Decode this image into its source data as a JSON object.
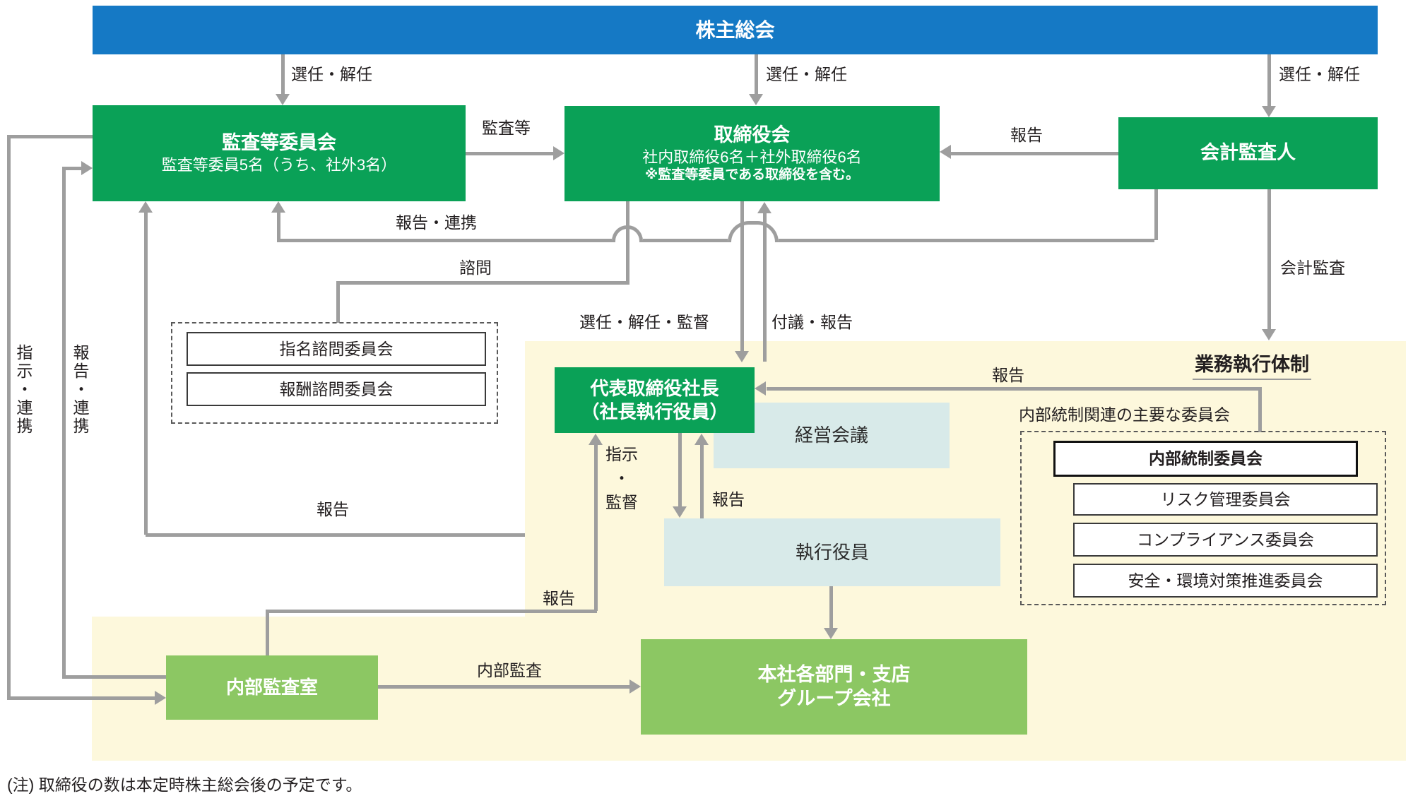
{
  "colors": {
    "shareholders_blue": "#1579c5",
    "governance_green": "#0aa157",
    "execution_light_green": "#8cc763",
    "execution_area_yellow": "#fdf8dc",
    "meeting_pale_blue": "#d8eae9",
    "connector_gray": "#9e9e9e",
    "text_black": "#231f20"
  },
  "nodes": {
    "shareholders": "株主総会",
    "audit_committee_title": "監査等委員会",
    "audit_committee_sub": "監査等委員5名（うち、社外3名）",
    "board_title": "取締役会",
    "board_sub": "社内取締役6名＋社外取締役6名",
    "board_note": "※監査等委員である取締役を含む。",
    "accounting_auditor": "会計監査人",
    "nomination_committee": "指名諮問委員会",
    "remuneration_committee": "報酬諮問委員会",
    "president_line1": "代表取締役社長",
    "president_line2": "（社長執行役員）",
    "management_meeting": "経営会議",
    "executive_officers": "執行役員",
    "internal_audit_office": "内部監査室",
    "hq_line1": "本社各部門・支店",
    "hq_line2": "グループ会社",
    "execution_structure_heading": "業務執行体制",
    "internal_control_heading": "内部統制関連の主要な委員会",
    "internal_control_committee": "内部統制委員会",
    "risk_management_committee": "リスク管理委員会",
    "compliance_committee": "コンプライアンス委員会",
    "safety_environment_committee": "安全・環境対策推進委員会"
  },
  "labels": {
    "appoint_dismiss": "選任・解任",
    "audit_etc": "監査等",
    "report": "報告",
    "report_coop": "報告・連携",
    "consult": "諮問",
    "appoint_dismiss_supervise": "選任・解任・監督",
    "submit_report": "付議・報告",
    "accounting_audit": "会計監査",
    "instruct_line1": "指示",
    "instruct_line2": "・",
    "instruct_line3": "監督",
    "internal_audit": "内部監査",
    "instruct_coop": "指示・連携"
  },
  "note": "(注) 取締役の数は本定時株主総会後の予定です。"
}
